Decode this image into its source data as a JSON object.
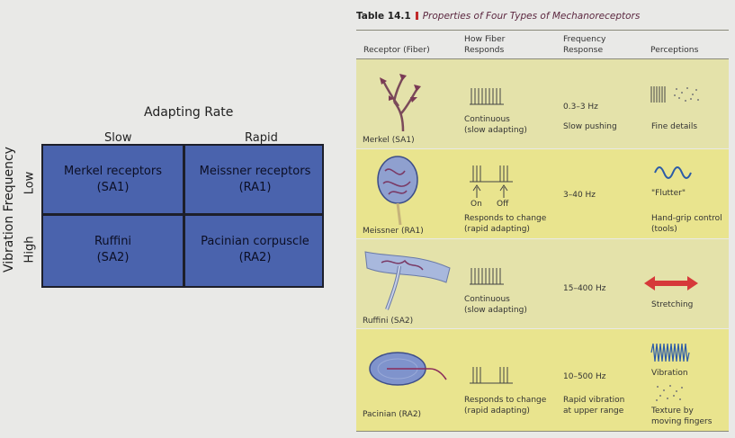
{
  "grid": {
    "title": "Adapting Rate",
    "col_slow": "Slow",
    "col_rapid": "Rapid",
    "row_axis": "Vibration Frequency",
    "row_low": "Low",
    "row_high": "High",
    "cells": [
      {
        "line1": "Merkel receptors",
        "line2": "(SA1)"
      },
      {
        "line1": "Meissner receptors",
        "line2": "(RA1)"
      },
      {
        "line1": "Ruffini",
        "line2": "(SA2)"
      },
      {
        "line1": "Pacinian corpuscle",
        "line2": "(RA2)"
      }
    ],
    "fill_color": "#4a63ad"
  },
  "table": {
    "number": "Table 14.1",
    "caption": "Properties of Four Types of Mechanoreceptors",
    "headers": {
      "receptor": "Receptor (Fiber)",
      "how_1": "How Fiber",
      "how_2": "Responds",
      "freq_1": "Frequency",
      "freq_2": "Response",
      "perceptions": "Perceptions"
    },
    "rows": [
      {
        "receptor": "Merkel (SA1)",
        "how_1": "Continuous",
        "how_2": "(slow adapting)",
        "freq_1": "0.3–3 Hz",
        "freq_2": "Slow pushing",
        "perc_1": "Fine details",
        "perc_2": "",
        "perc_3": "",
        "perc_4": ""
      },
      {
        "receptor": "Meissner (RA1)",
        "how_1": "Responds to change",
        "how_2": "(rapid adapting)",
        "freq_1": "3–40 Hz",
        "freq_2": "",
        "perc_1": "\"Flutter\"",
        "perc_2": "Hand-grip control",
        "perc_3": "(tools)",
        "perc_4": "",
        "on": "On",
        "off": "Off"
      },
      {
        "receptor": "Ruffini (SA2)",
        "how_1": "Continuous",
        "how_2": "(slow adapting)",
        "freq_1": "15–400 Hz",
        "freq_2": "",
        "perc_1": "Stretching",
        "perc_2": "",
        "perc_3": "",
        "perc_4": ""
      },
      {
        "receptor": "Pacinian (RA2)",
        "how_1": "Responds to change",
        "how_2": "(rapid adapting)",
        "freq_1": "10–500 Hz",
        "freq_2": "Rapid vibration",
        "freq_3": "at upper range",
        "perc_1": "Vibration",
        "perc_2": "Texture by",
        "perc_3": "moving fingers",
        "perc_4": ""
      }
    ],
    "colors": {
      "band_light": "#e4e2aa",
      "band_dark": "#e9e48e",
      "accent_red": "#c12a2a"
    }
  },
  "icons": [
    "merkel-illustration-icon",
    "meissner-illustration-icon",
    "ruffini-illustration-icon",
    "pacinian-illustration-icon",
    "double-arrow-icon",
    "sine-wave-icon"
  ]
}
